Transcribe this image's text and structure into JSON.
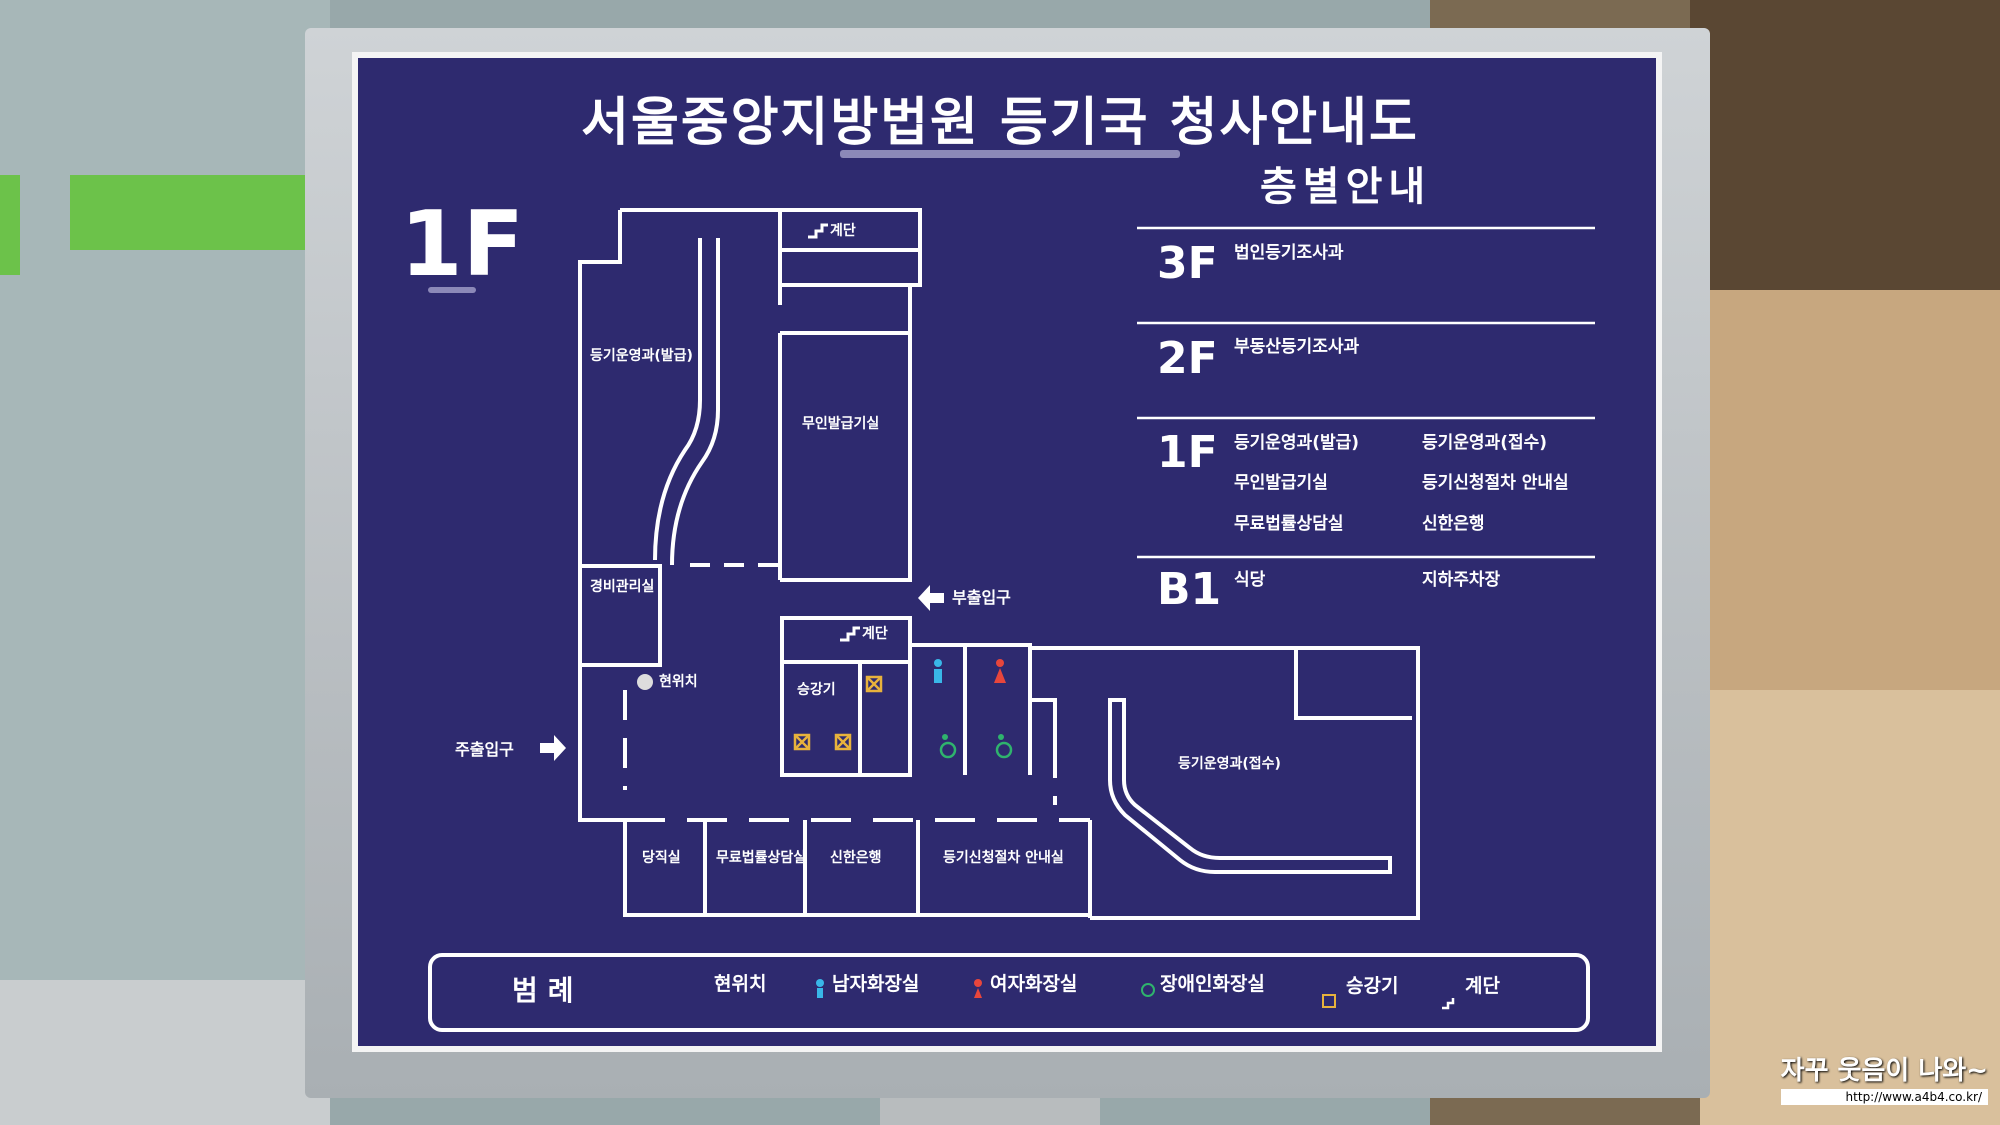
{
  "title": "서울중앙지방법원 등기국 청사안내도",
  "floor_label": "1F",
  "floor_guide": {
    "heading": "층별안내",
    "floors": [
      {
        "level": "3F",
        "rooms": [
          "법인등기조사과"
        ]
      },
      {
        "level": "2F",
        "rooms": [
          "부동산등기조사과"
        ]
      },
      {
        "level": "1F",
        "rooms": [
          "등기운영과(발급)",
          "등기운영과(접수)",
          "무인발급기실",
          "등기신청절차 안내실",
          "무료법률상담실",
          "신한은행"
        ]
      },
      {
        "level": "B1",
        "rooms": [
          "식당",
          "지하주차장"
        ]
      }
    ]
  },
  "map": {
    "rooms": {
      "issuance": "등기운영과(발급)",
      "unmanned": "무인발급기실",
      "security": "경비관리실",
      "stairs_top": "계단",
      "stairs_mid": "계단",
      "elevator": "승강기",
      "current": "현위치",
      "duty": "당직실",
      "legal": "무료법률상담실",
      "bank": "신한은행",
      "procedure": "등기신청절차 안내실",
      "reception": "등기운영과(접수)"
    },
    "main_entrance": "주출입구",
    "side_entrance": "부출입구"
  },
  "legend": {
    "heading": "범례",
    "items": [
      "현위치",
      "남자화장실",
      "여자화장실",
      "장애인화장실",
      "승강기",
      "계단"
    ]
  },
  "colors": {
    "board": "#2e2a6f",
    "male": "#39b7e8",
    "female": "#e8463c",
    "accessible": "#2fb36d",
    "elevator": "#e8b23c"
  },
  "watermark": {
    "text": "자꾸 웃음이 나와~",
    "url": "http://www.a4b4.co.kr/"
  }
}
